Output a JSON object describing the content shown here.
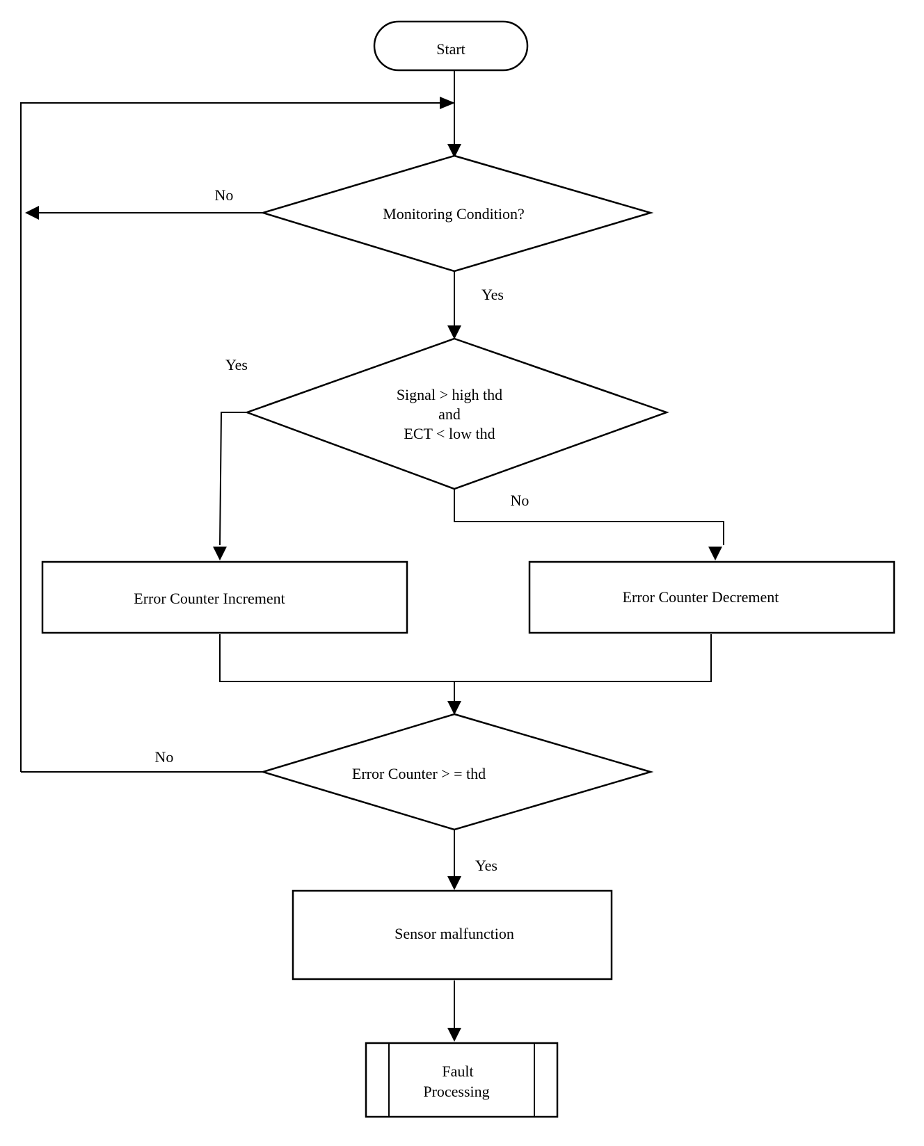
{
  "nodes": {
    "start": {
      "label": "Start"
    },
    "monitoring": {
      "label": "Monitoring Condition?"
    },
    "signal_check": {
      "lines": [
        "Signal > high thd",
        "and",
        "ECT < low thd"
      ]
    },
    "increment": {
      "label": "Error Counter Increment"
    },
    "decrement": {
      "label": "Error Counter Decrement"
    },
    "counter_check": {
      "label": "Error Counter > = thd"
    },
    "malfunction": {
      "label": "Sensor malfunction"
    },
    "fault": {
      "lines": [
        "Fault",
        "Processing"
      ]
    }
  },
  "edges": {
    "monitoring_no": "No",
    "monitoring_yes": "Yes",
    "signal_yes": "Yes",
    "signal_no": "No",
    "counter_no": "No",
    "counter_yes": "Yes"
  }
}
